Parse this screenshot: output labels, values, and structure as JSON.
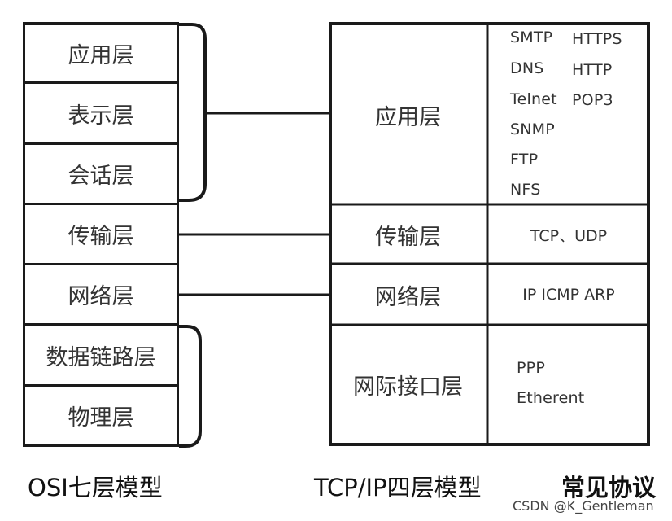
{
  "osi_model": {
    "caption": "OSI七层模型",
    "layers": [
      "应用层",
      "表示层",
      "会话层",
      "传输层",
      "网络层",
      "数据链路层",
      "物理层"
    ]
  },
  "tcpip_model": {
    "caption": "TCP/IP四层模型",
    "layers": [
      "应用层",
      "传输层",
      "网络层",
      "网际接口层"
    ]
  },
  "protocols": {
    "caption": "常见协议",
    "application_col1": [
      "SMTP",
      "DNS",
      "Telnet",
      "SNMP",
      "FTP",
      "NFS"
    ],
    "application_col2": [
      "HTTPS",
      "HTTP",
      "POP3"
    ],
    "transport": "TCP、UDP",
    "network": "IP ICMP ARP",
    "link": [
      "PPP",
      "Etherent"
    ]
  },
  "watermark": "CSDN @K_Gentleman"
}
